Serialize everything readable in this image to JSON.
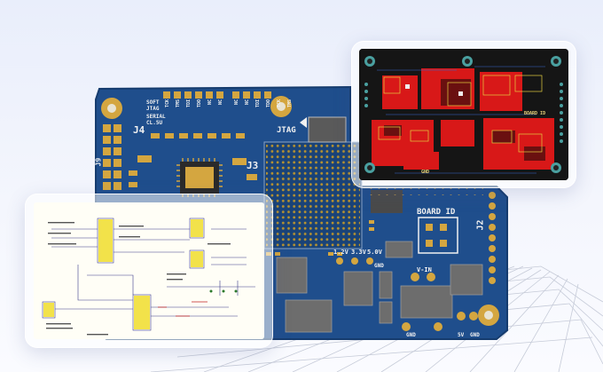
{
  "board": {
    "soft_jtag": "SOFT\nJTAG",
    "serial": "SERIAL\nCL.5U",
    "j4": "J4",
    "j3": "J3",
    "j9": "J9",
    "j2": "J2",
    "jtag": "JTAG",
    "board_id": "BOARD ID",
    "v12": "1.2V",
    "v33": "3.3V",
    "v50": "5.0V",
    "gnd": "GND",
    "gnd2": "GND",
    "vin": "V-IN",
    "b5v": "5V",
    "bgnd": "GND",
    "pin_labels_top": [
      "TCK",
      "TMS",
      "TDI",
      "TDO",
      "NC",
      "NC",
      "NC",
      "NC",
      "TDI",
      "TDO",
      "TCK",
      "TMS"
    ]
  },
  "layout_view": {
    "board_id": "BOARD ID",
    "gnd": "GND"
  },
  "colors": {
    "board": "#1f4e8c",
    "pad": "#d4a640",
    "silk": "#f1f1f1",
    "copper_red": "#e01818"
  }
}
